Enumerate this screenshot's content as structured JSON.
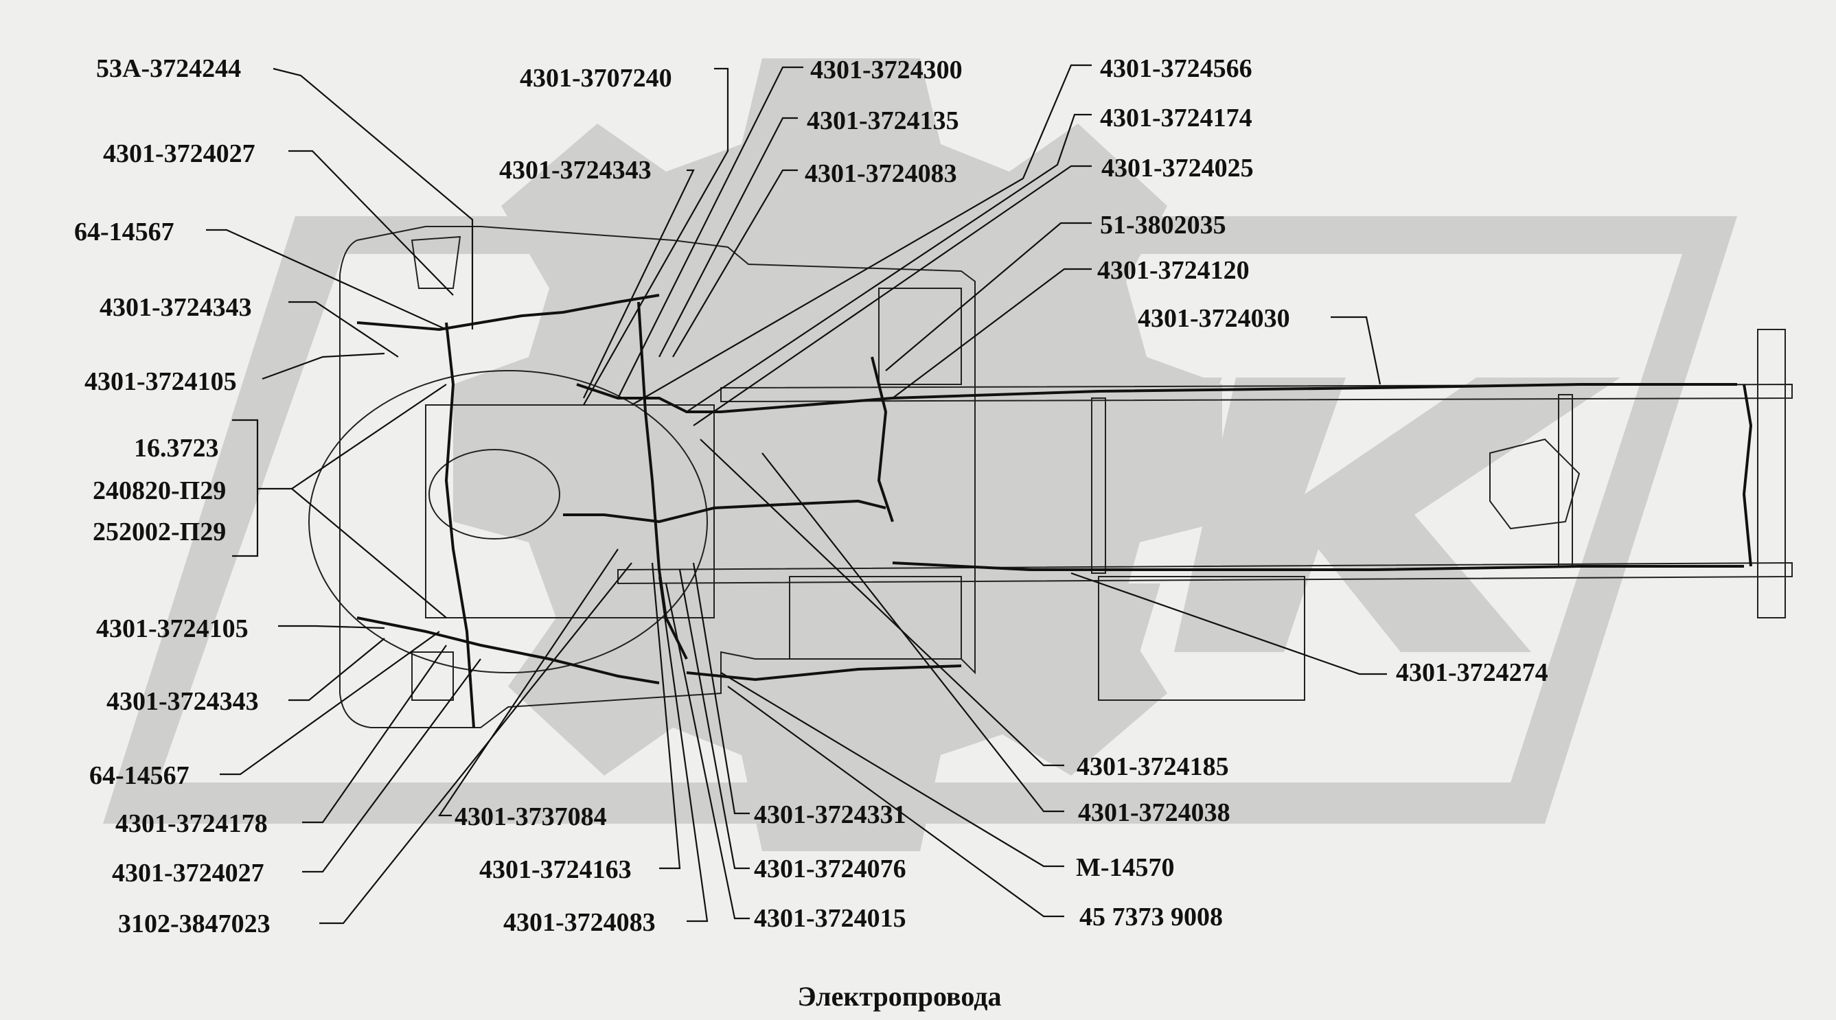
{
  "caption": "Электропровода",
  "labels": {
    "l01": "53А-3724244",
    "l02": "4301-3707240",
    "l03": "4301-3724300",
    "l04": "4301-3724566",
    "l05": "4301-3724135",
    "l06": "4301-3724174",
    "l07": "4301-3724027",
    "l08": "4301-3724343",
    "l09": "4301-3724083",
    "l10": "4301-3724025",
    "l11": "64-14567",
    "l12": "51-3802035",
    "l13": "4301-3724120",
    "l14": "4301-3724343",
    "l15": "4301-3724030",
    "l16": "4301-3724105",
    "l17": "16.3723",
    "l18": "240820-П29",
    "l19": "252002-П29",
    "l20": "4301-3724105",
    "l21": "4301-3724274",
    "l22": "4301-3724343",
    "l23": "4301-3724185",
    "l24": "64-14567",
    "l25": "4301-3724038",
    "l26": "4301-3724178",
    "l27": "4301-3737084",
    "l28": "4301-3724331",
    "l29": "4301-3724027",
    "l30": "4301-3724163",
    "l31": "4301-3724076",
    "l32": "М-14570",
    "l33": "3102-3847023",
    "l34": "4301-3724083",
    "l35": "4301-3724015",
    "l36": "45 7373 9008"
  }
}
